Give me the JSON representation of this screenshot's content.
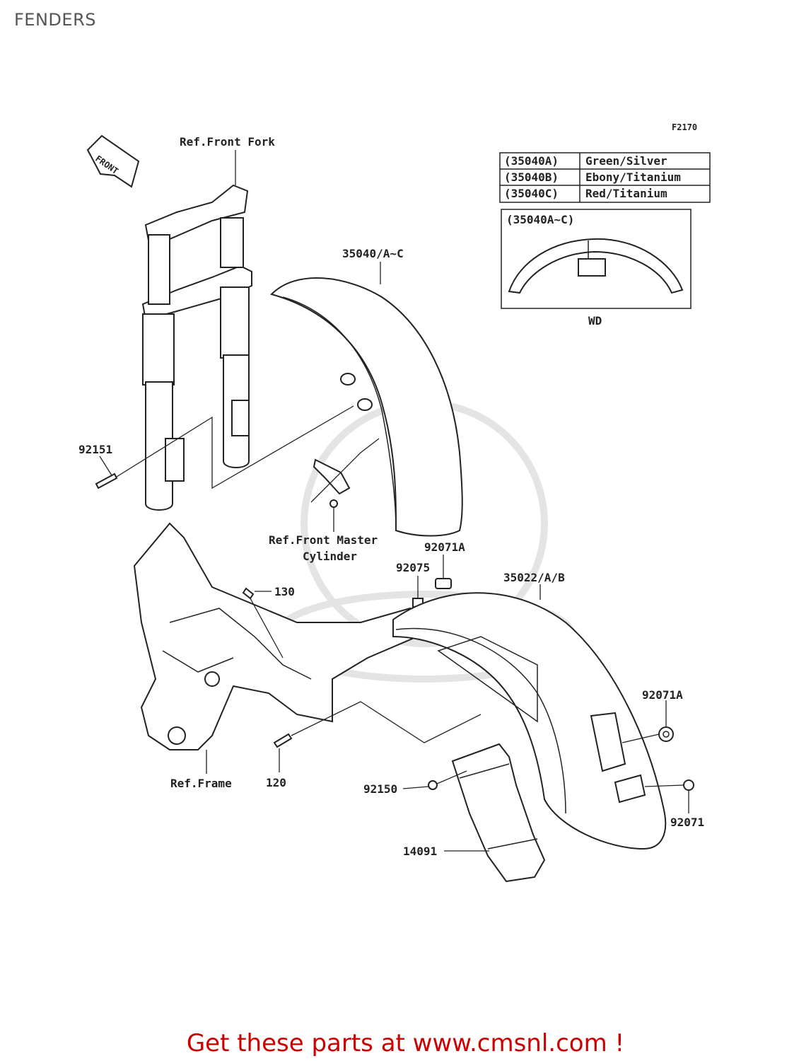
{
  "page_title": "FENDERS",
  "figure_code": "F2170",
  "front_arrow": "FRONT",
  "color_table": [
    {
      "code": "(35040A)",
      "color": "Green/Silver"
    },
    {
      "code": "(35040B)",
      "color": "Ebony/Titanium"
    },
    {
      "code": "(35040C)",
      "color": "Red/Titanium"
    }
  ],
  "inset": {
    "title": "(35040A~C)",
    "caption": "WD"
  },
  "callouts": {
    "ref_front_fork": "Ref.Front Fork",
    "front_fender": "35040/A~C",
    "bolt_92151": "92151",
    "ref_master_line1": "Ref.Front Master",
    "ref_master_line2": "Cylinder",
    "part_92071A_top": "92071A",
    "part_92075": "92075",
    "part_130": "130",
    "rear_fender": "35022/A/B",
    "part_92071A_right": "92071A",
    "ref_frame": "Ref.Frame",
    "part_120": "120",
    "part_92150": "92150",
    "part_92071": "92071",
    "part_14091": "14091"
  },
  "cta_text": "Get these parts at www.cmsnl.com !",
  "colors": {
    "cta": "#cc0000",
    "title": "#555555",
    "line": "#222222"
  }
}
